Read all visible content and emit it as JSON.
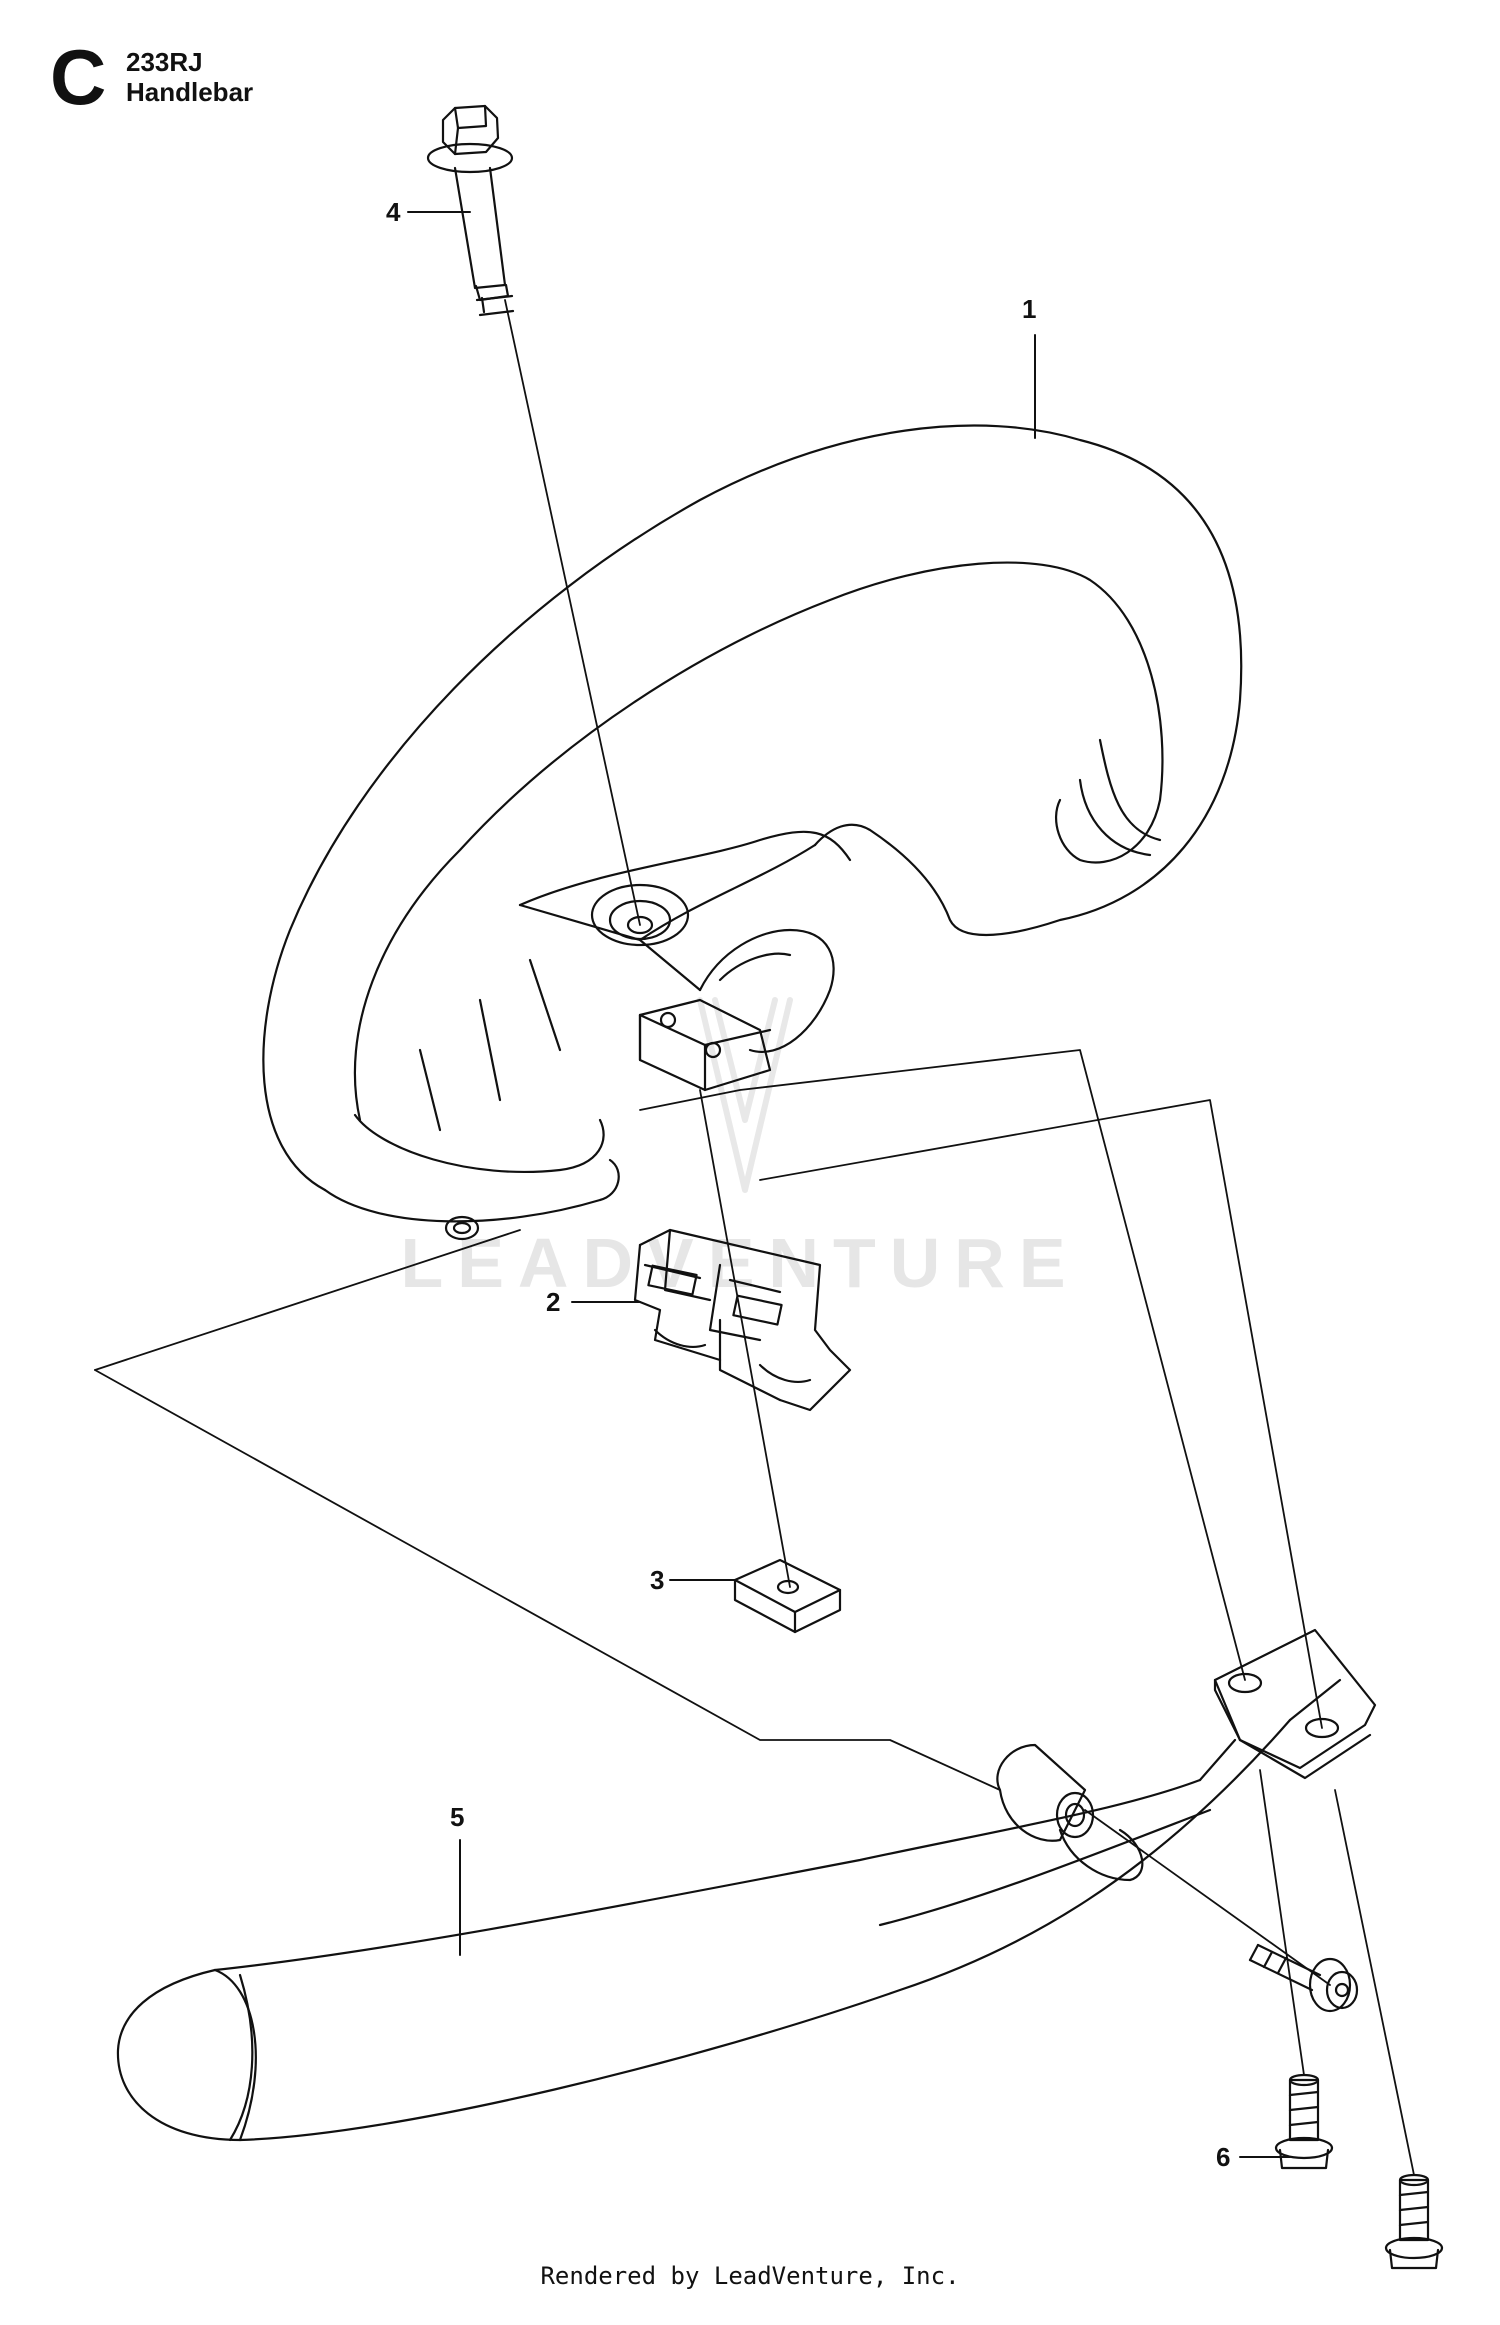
{
  "header": {
    "section_letter": "C",
    "model": "233RJ",
    "title": "Handlebar"
  },
  "callouts": [
    {
      "number": "1",
      "part": "handle-loop"
    },
    {
      "number": "2",
      "part": "clamp-bracket"
    },
    {
      "number": "3",
      "part": "square-nut"
    },
    {
      "number": "4",
      "part": "flange-bolt-top"
    },
    {
      "number": "5",
      "part": "handle-bar-grip"
    },
    {
      "number": "6",
      "part": "bottom-screws"
    }
  ],
  "watermark": "LEADVENTURE",
  "footer": "Rendered by LeadVenture, Inc.",
  "colors": {
    "line": "#111111",
    "watermark": "#e6e6e6",
    "paper": "#ffffff"
  }
}
